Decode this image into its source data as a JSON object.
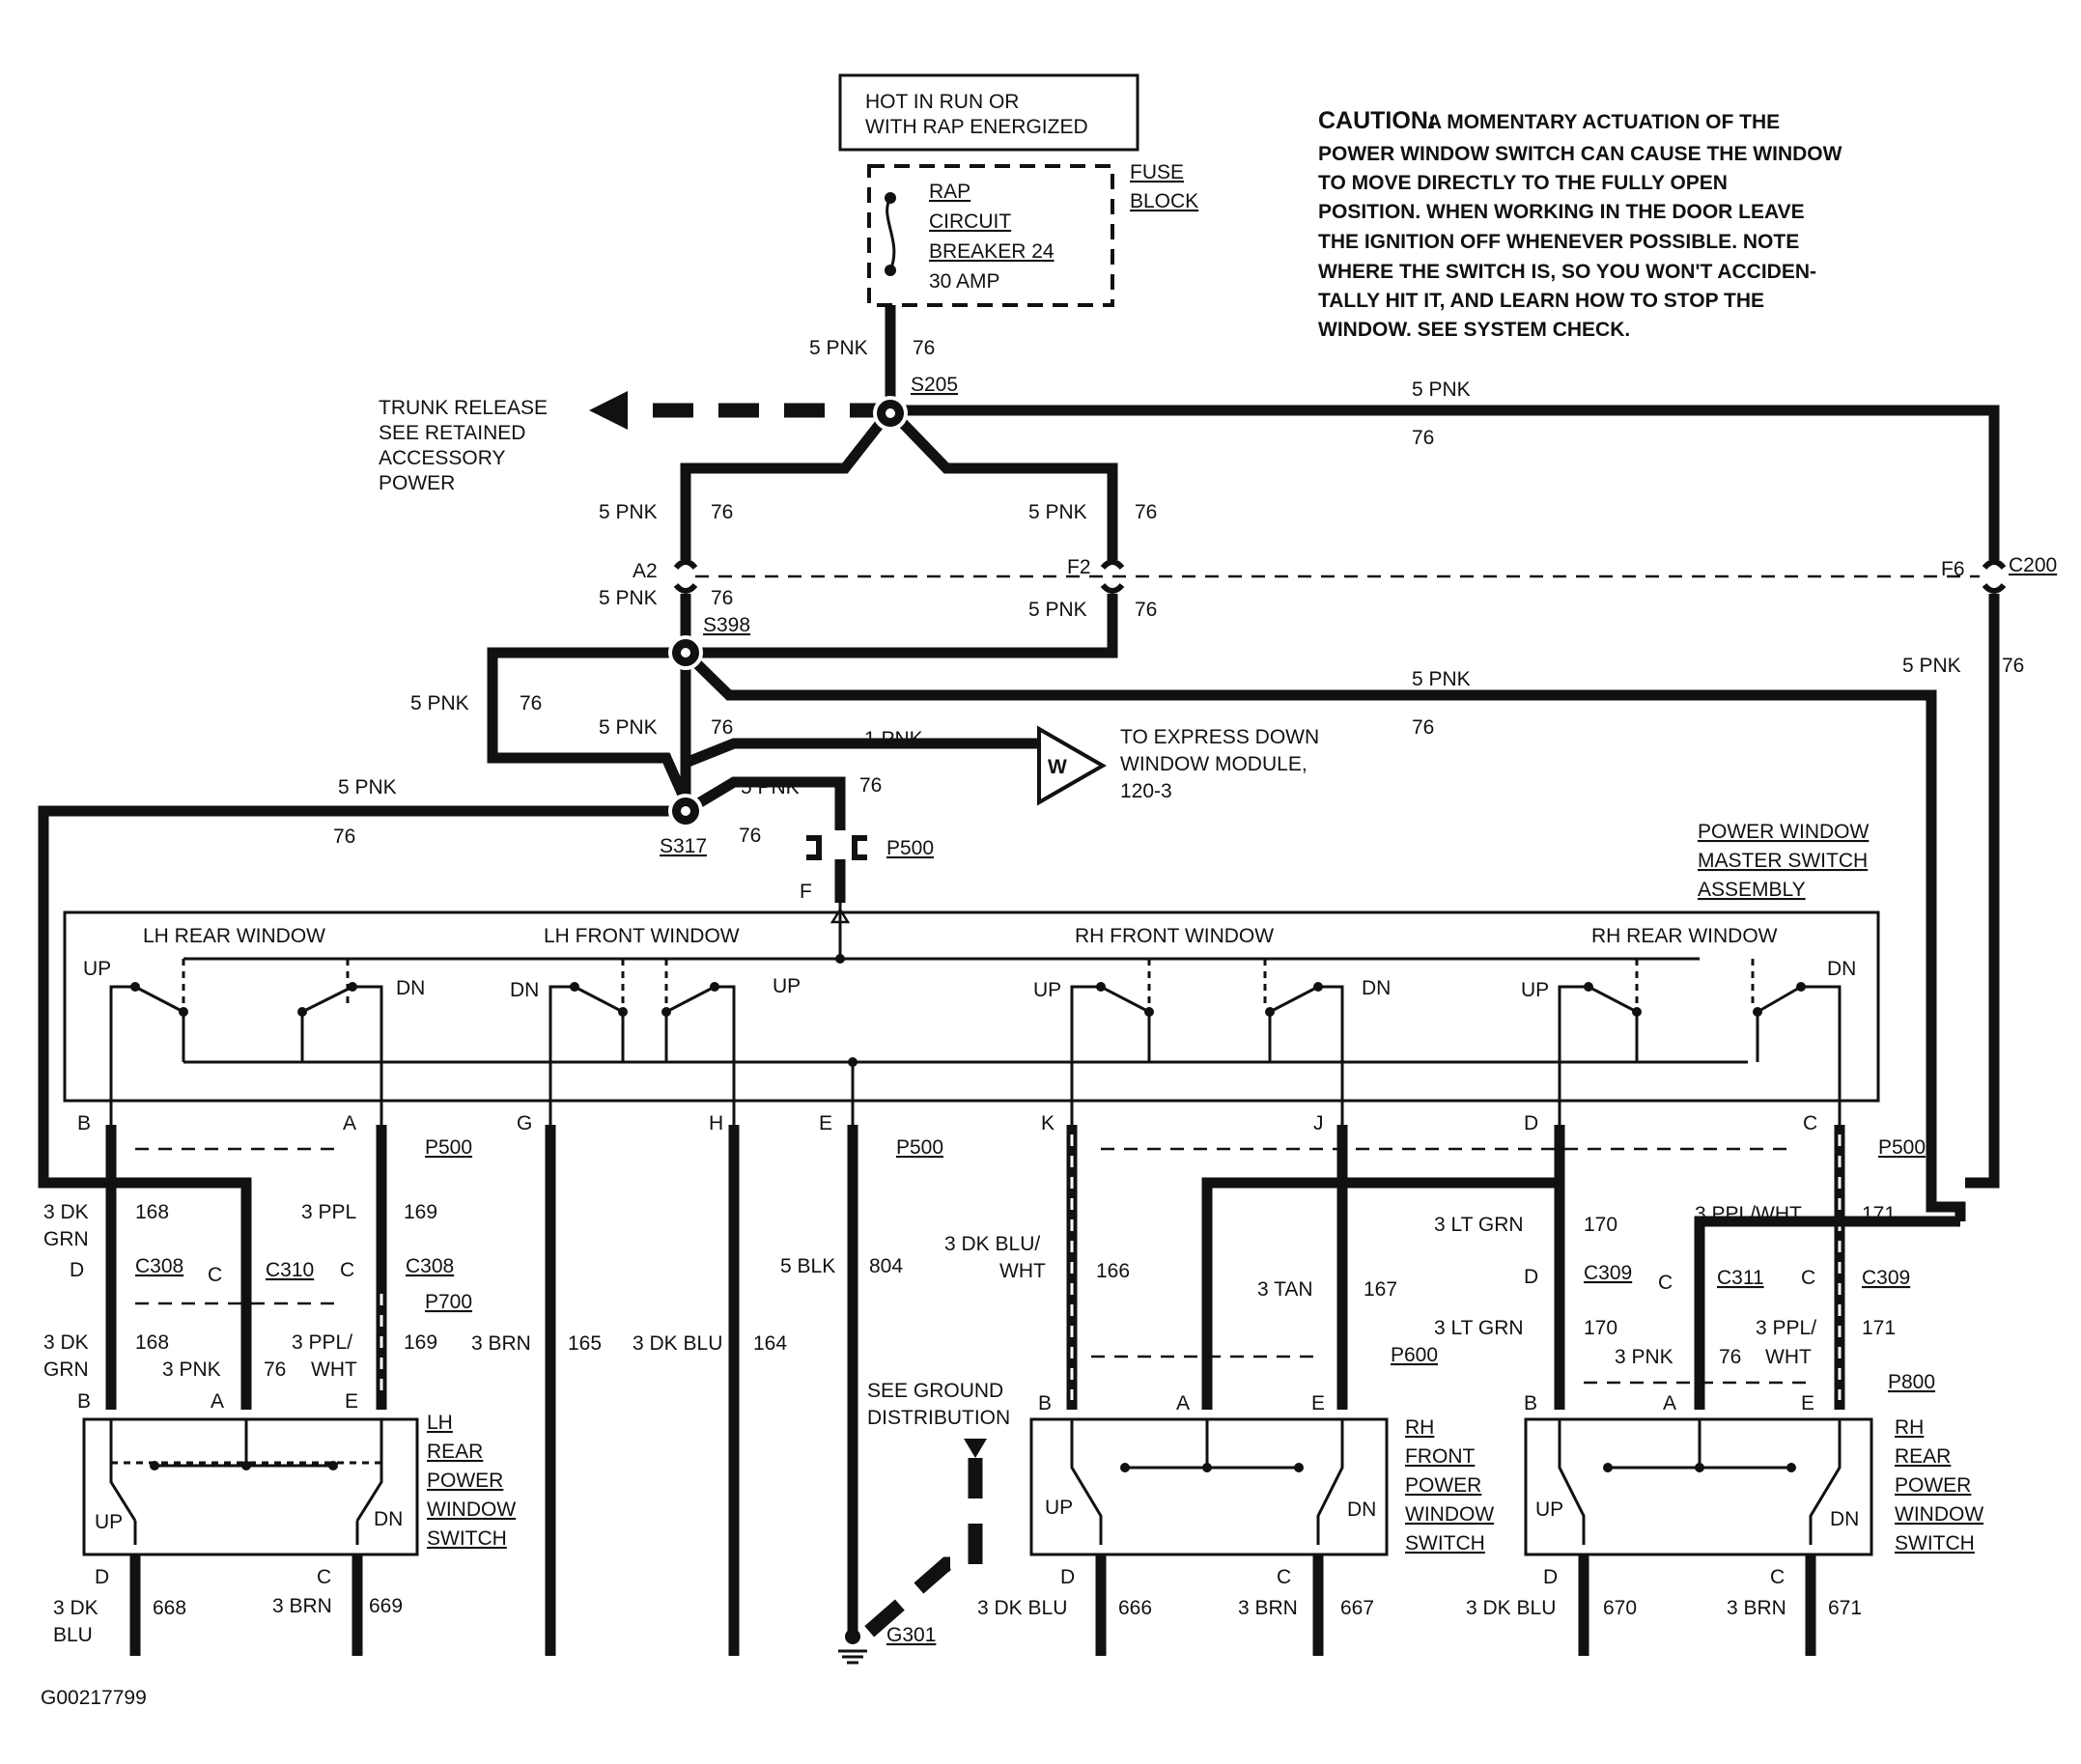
{
  "power_source": {
    "line1": "HOT IN RUN OR",
    "line2": "WITH RAP ENERGIZED"
  },
  "fuse_block": {
    "label_line1": "FUSE",
    "label_line2": "BLOCK",
    "breaker_line1": "RAP",
    "breaker_line2": "CIRCUIT",
    "breaker_line3": "BREAKER 24",
    "breaker_line4": "30 AMP"
  },
  "caution": {
    "heading": "CAUTION:",
    "line1": "A MOMENTARY ACTUATION OF THE",
    "line2": "POWER WINDOW SWITCH CAN CAUSE THE WINDOW",
    "line3": "TO MOVE DIRECTLY TO THE FULLY OPEN",
    "line4": "POSITION. WHEN WORKING IN THE DOOR LEAVE",
    "line5": "THE IGNITION OFF WHENEVER POSSIBLE. NOTE",
    "line6": "WHERE THE SWITCH IS, SO YOU WON'T ACCIDEN-",
    "line7": "TALLY HIT IT, AND LEARN HOW TO STOP THE",
    "line8": "WINDOW. SEE SYSTEM CHECK."
  },
  "trunk_release": {
    "line1": "TRUNK RELEASE",
    "line2": "SEE RETAINED",
    "line3": "ACCESSORY",
    "line4": "POWER"
  },
  "express_down": {
    "symbol": "W",
    "line1": "TO EXPRESS DOWN",
    "line2": "WINDOW MODULE,",
    "line3": "120-3"
  },
  "splices": {
    "s205": "S205",
    "s398": "S398",
    "s317": "S317"
  },
  "connectors": {
    "p500": "P500",
    "c200": "C200",
    "c308": "C308",
    "c310": "C310",
    "c309": "C309",
    "c311": "C311",
    "p700": "P700",
    "p600": "P600",
    "p800": "P800",
    "g301": "G301"
  },
  "pins": {
    "a2": "A2",
    "f2": "F2",
    "f6": "F6",
    "f": "F",
    "b": "B",
    "a": "A",
    "g": "G",
    "h": "H",
    "e": "E",
    "k": "K",
    "j": "J",
    "d": "D",
    "c": "C"
  },
  "wires": {
    "pnk5": "5 PNK",
    "ckt76": "76",
    "pnk1": "1 PNK",
    "blk5": "5 BLK",
    "ckt804": "804",
    "dk_grn_1": "3 DK",
    "dk_grn_2": "GRN",
    "ckt168": "168",
    "ppl3": "3 PPL",
    "ckt169": "169",
    "ppl_slash": "3 PPL/",
    "wht": "WHT",
    "pnk3": "3 PNK",
    "brn3": "3 BRN",
    "ckt165": "165",
    "dk_blu3": "3 DK BLU",
    "ckt164": "164",
    "dk_blu_wht1": "3 DK BLU/",
    "dk_blu_wht2": "WHT",
    "ckt166": "166",
    "tan3": "3 TAN",
    "ckt167": "167",
    "lt_grn3": "3 LT GRN",
    "ckt170": "170",
    "ppl_wht": "3 PPL/WHT",
    "ckt171": "171",
    "dk_blu_1": "3 DK",
    "dk_blu_2": "BLU",
    "ckt668": "668",
    "ckt669": "669",
    "ckt666": "666",
    "ckt667": "667",
    "ckt670": "670",
    "ckt671": "671"
  },
  "master_switch": {
    "title_line1": "POWER WINDOW",
    "title_line2": "MASTER SWITCH",
    "title_line3": "ASSEMBLY",
    "lh_rear": "LH REAR WINDOW",
    "lh_front": "LH FRONT WINDOW",
    "rh_front": "RH FRONT WINDOW",
    "rh_rear": "RH REAR WINDOW",
    "up": "UP",
    "dn": "DN"
  },
  "door_switches": {
    "lh_rear": [
      "LH",
      "REAR",
      "POWER",
      "WINDOW",
      "SWITCH"
    ],
    "rh_front": [
      "RH",
      "FRONT",
      "POWER",
      "WINDOW",
      "SWITCH"
    ],
    "rh_rear": [
      "RH",
      "REAR",
      "POWER",
      "WINDOW",
      "SWITCH"
    ]
  },
  "ground": {
    "line1": "SEE GROUND",
    "line2": "DISTRIBUTION"
  },
  "figure_id": "G00217799"
}
